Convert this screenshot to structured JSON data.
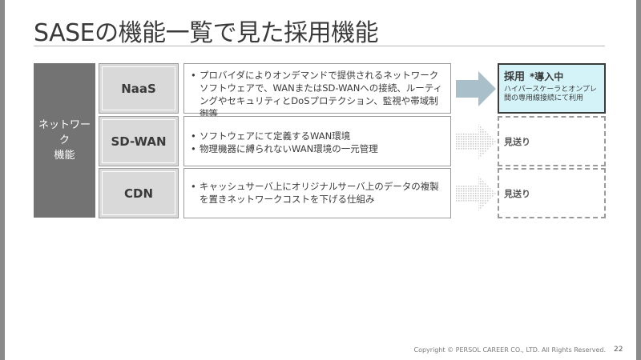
{
  "slide": {
    "title": "SASEの機能一覧で見た採用機能",
    "category": "ネットワーク\n機能",
    "rows": [
      {
        "feature": "NaaS",
        "bullets": [
          "プロバイダによりオンデマンドで提供されるネットワークソフトウェアで、WANまたはSD-WANへの接続、ルーティングやセキュリティとDoSプロテクション、監視や帯域制御等"
        ],
        "status": "採用",
        "status_tag": "*導入中",
        "status_note": "ハイパースケーラとオンプレ間の専用線接続にて利用"
      },
      {
        "feature": "SD-WAN",
        "bullets": [
          "ソフトウェアにて定義するWAN環境",
          "物理機器に縛られないWAN環境の一元管理"
        ],
        "status": "見送り"
      },
      {
        "feature": "CDN",
        "bullets": [
          "キャッシュサーバ上にオリジナルサーバ上のデータの複製を置きネットワークコストを下げる仕組み"
        ],
        "status": "見送り"
      }
    ],
    "footer": "Copyright © PERSOL CAREER CO., LTD. All Rights Reserved.",
    "page_number": "22"
  },
  "colors": {
    "category_bg": "#737373",
    "feature_bg": "#d9d9d9",
    "adopt_bg": "#d3f3f8",
    "arrow_adopt": "#a9bfca",
    "arrow_skip": "#d0d0d0"
  }
}
